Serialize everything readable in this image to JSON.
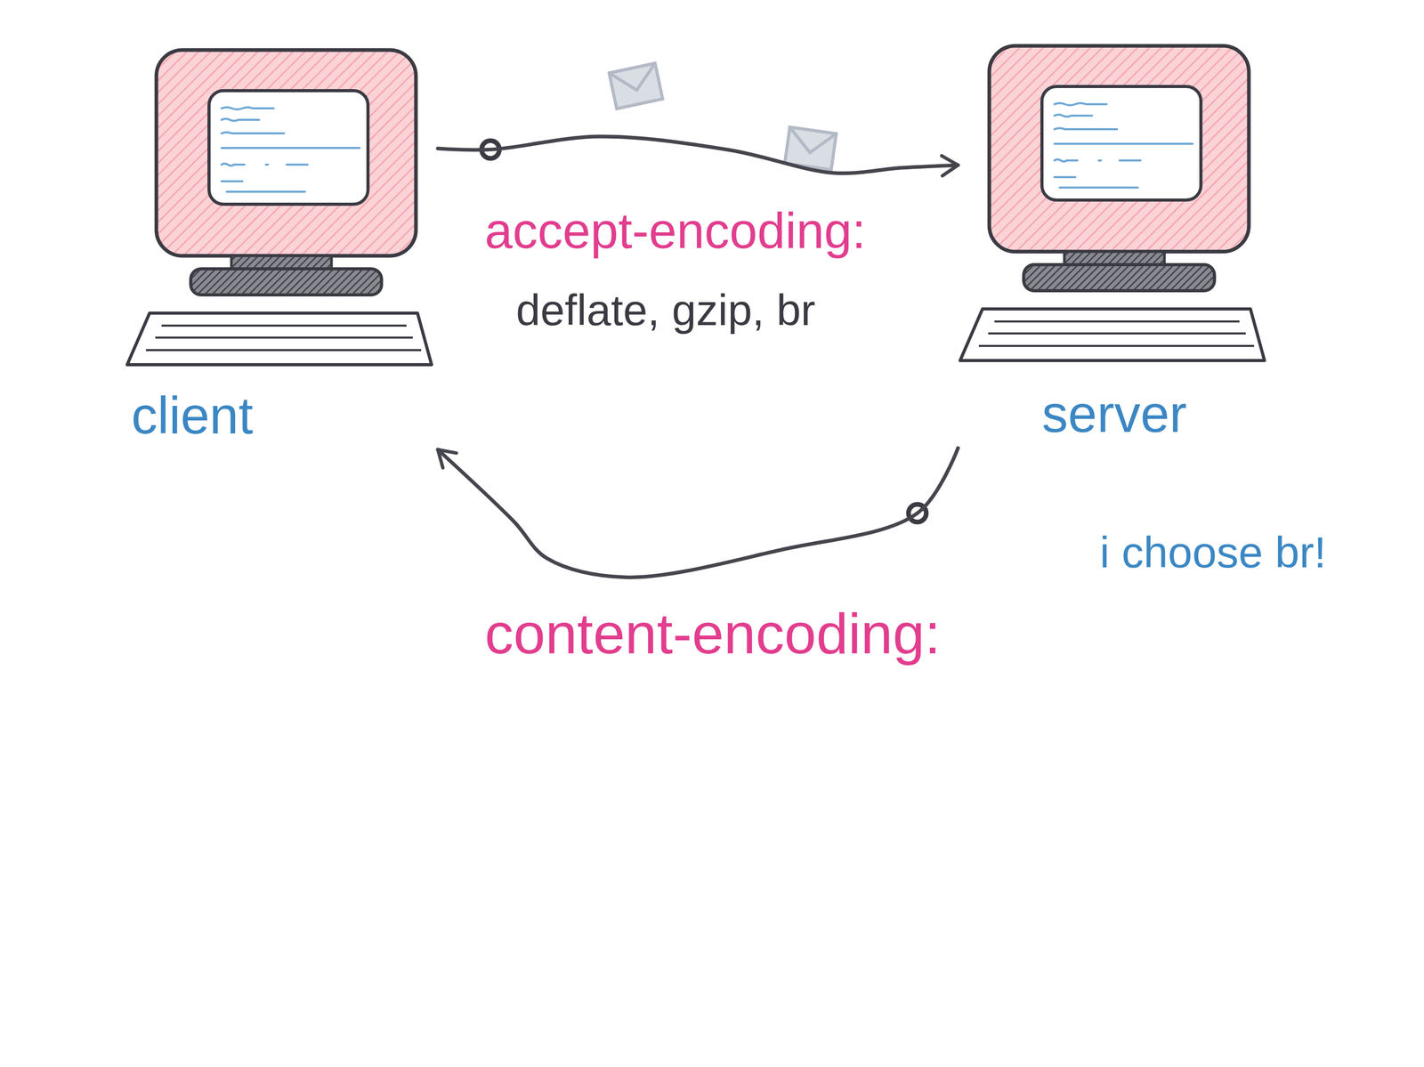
{
  "diagram": {
    "nodes": [
      {
        "text": [
          "client"
        ]
      },
      {
        "text": [
          "server"
        ]
      }
    ],
    "edges": [
      {
        "from": 0,
        "to": 1,
        "arrow": "to"
      },
      {
        "from": 1,
        "to": 0,
        "arrow": "to"
      }
    ],
    "labels": [
      "accept-encoding:",
      "deflate, gzip, br",
      "content-encoding:",
      "i choose br!"
    ]
  }
}
